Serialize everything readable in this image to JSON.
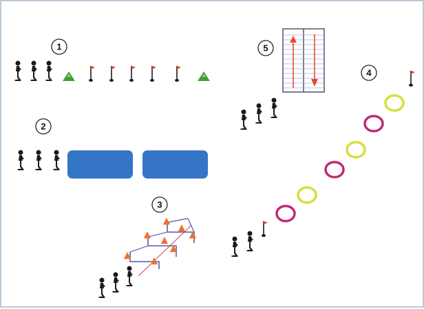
{
  "colors": {
    "frame": "#b9c9d8",
    "figure": "#1a1a1a",
    "cone_green": "#4a9a3a",
    "cone_orange": "#f07030",
    "flag_red": "#e0452a",
    "mat_blue": "#3575c5",
    "ring_magenta": "#c22878",
    "ring_yellow": "#d5df3a",
    "hurdle": "#6870b8",
    "lane_arrow": "#e84a2a",
    "lane_lines": "#a8aee0"
  },
  "stations": [
    {
      "id": 1,
      "label": "1",
      "name": "cone-and-flag-line"
    },
    {
      "id": 2,
      "label": "2",
      "name": "blue-mats"
    },
    {
      "id": 3,
      "label": "3",
      "name": "hurdles-and-cones"
    },
    {
      "id": 4,
      "label": "4",
      "name": "hoop-path"
    },
    {
      "id": 5,
      "label": "5",
      "name": "shuttle-lanes"
    }
  ],
  "icons": {
    "person": "person-icon",
    "flag": "flag-icon",
    "cone": "cone-icon",
    "mat": "mat-icon",
    "hoop": "hoop-icon",
    "hurdle": "hurdle-icon",
    "lane": "lane-icon"
  }
}
